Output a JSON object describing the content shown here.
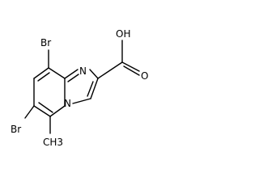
{
  "molecule": {
    "atoms": {
      "br_upper": "Br",
      "br_lower": "Br",
      "n_ring": "N",
      "n_bridge": "N",
      "hydroxyl": "OH",
      "carbonyl_o": "O",
      "methyl": "CH3"
    }
  },
  "colors": {
    "bond": "#000000",
    "label": "#000000",
    "background": "#ffffff"
  }
}
